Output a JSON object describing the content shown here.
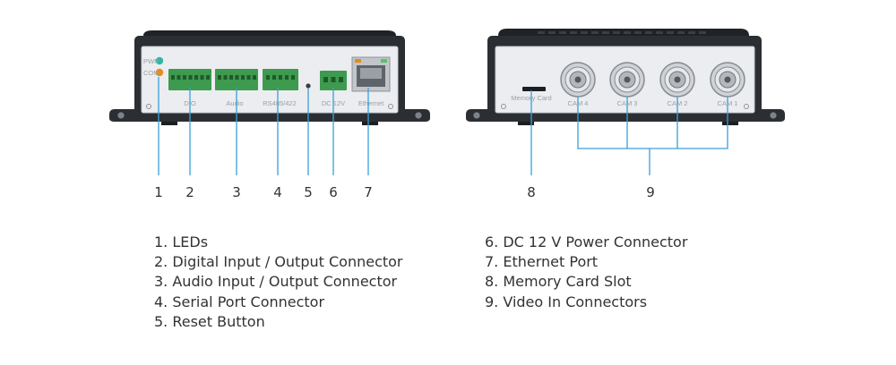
{
  "colors": {
    "callout_line": "#3aa0d8",
    "device_body": "#2b2f34",
    "face_plate": "#ebedf0",
    "terminal_green": "#3e9a4e",
    "led_green": "#2fb7a8",
    "led_orange": "#e88b1a"
  },
  "front_panel": {
    "led_labels": [
      "PWR",
      "COM"
    ],
    "port_labels": {
      "dio": "DIO",
      "audio": "Audio",
      "serial": "RS485/422",
      "power": "DC 12V",
      "ethernet": "Ethernet"
    }
  },
  "rear_panel": {
    "memory_card_label": "Memory Card",
    "cam_labels": [
      "CAM 4",
      "CAM 3",
      "CAM 2",
      "CAM 1"
    ]
  },
  "callouts": [
    "1",
    "2",
    "3",
    "4",
    "5",
    "6",
    "7",
    "8",
    "9"
  ],
  "legend": {
    "left": [
      "1. LEDs",
      "2. Digital Input / Output Connector",
      "3. Audio Input / Output Connector",
      "4. Serial Port Connector",
      "5. Reset Button"
    ],
    "right": [
      "6. DC 12 V Power Connector",
      "7. Ethernet Port",
      "8. Memory Card Slot",
      "9. Video In Connectors"
    ]
  }
}
